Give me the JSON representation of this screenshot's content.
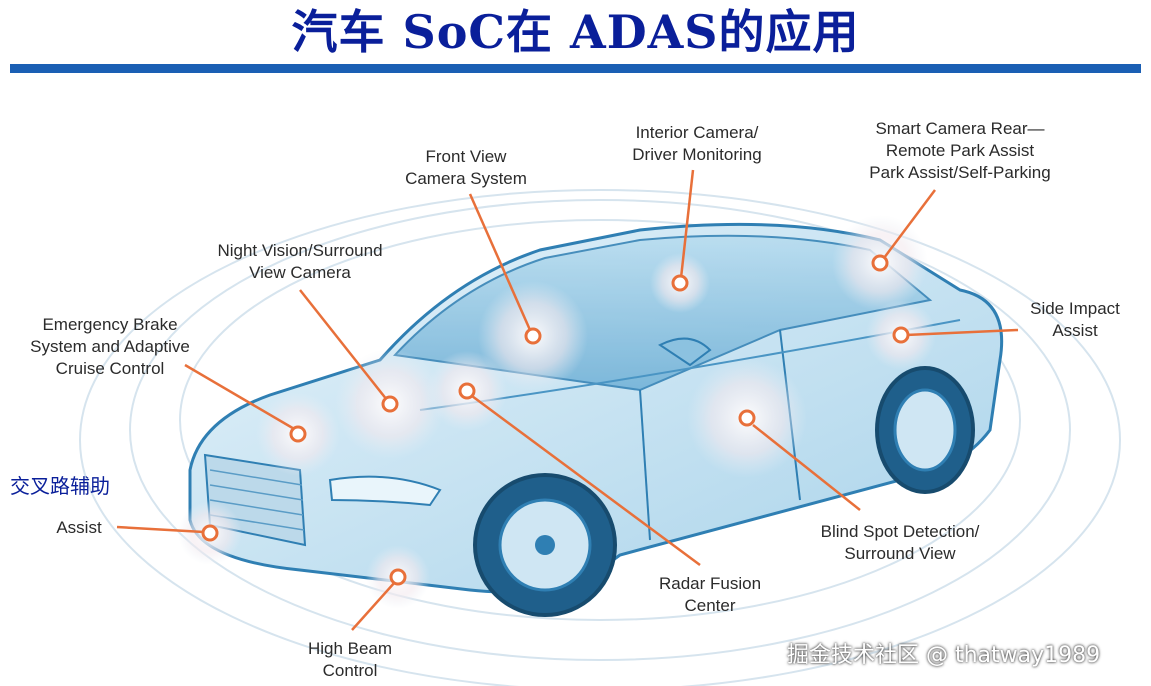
{
  "title": "汽车 SoC在 ADAS的应用",
  "colors": {
    "title": "#0a1f9a",
    "rule": "#1a5fb4",
    "marker": "#e8703a",
    "car_outline": "#2f7fb3",
    "car_fill": "#cfe8f5"
  },
  "annotations": [
    {
      "id": "front-view",
      "lines": [
        "Front View",
        "Camera System"
      ]
    },
    {
      "id": "interior-camera",
      "lines": [
        "Interior Camera/",
        "Driver Monitoring"
      ]
    },
    {
      "id": "smart-camera-rear",
      "lines": [
        "Smart Camera Rear—",
        "Remote Park Assist",
        "Park Assist/Self-Parking"
      ]
    },
    {
      "id": "night-vision",
      "lines": [
        "Night Vision/Surround",
        "View Camera"
      ]
    },
    {
      "id": "emergency-brake",
      "lines": [
        "Emergency Brake",
        "System and Adaptive",
        "Cruise Control"
      ]
    },
    {
      "id": "side-impact",
      "lines": [
        "Side Impact",
        "Assist"
      ]
    },
    {
      "id": "assist",
      "lines": [
        "Assist"
      ]
    },
    {
      "id": "blind-spot",
      "lines": [
        "Blind Spot Detection/",
        "Surround View"
      ]
    },
    {
      "id": "radar-fusion",
      "lines": [
        "Radar Fusion",
        "Center"
      ]
    },
    {
      "id": "high-beam",
      "lines": [
        "High Beam",
        "Control"
      ]
    }
  ],
  "cn_label": "交叉路辅助",
  "watermark": "掘金技术社区 @ thatway1989"
}
